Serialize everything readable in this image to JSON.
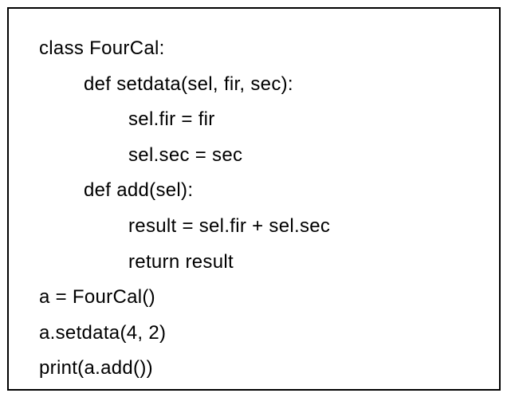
{
  "code": {
    "lines": [
      "class FourCal:",
      "def setdata(sel, fir, sec):",
      "sel.fir = fir",
      "sel.sec = sec",
      "def add(sel):",
      "result = sel.fir + sel.sec",
      "return result",
      "a = FourCal()",
      "a.setdata(4, 2)",
      "print(a.add())"
    ],
    "indent_levels": [
      0,
      1,
      2,
      2,
      1,
      2,
      2,
      0,
      0,
      0
    ]
  }
}
